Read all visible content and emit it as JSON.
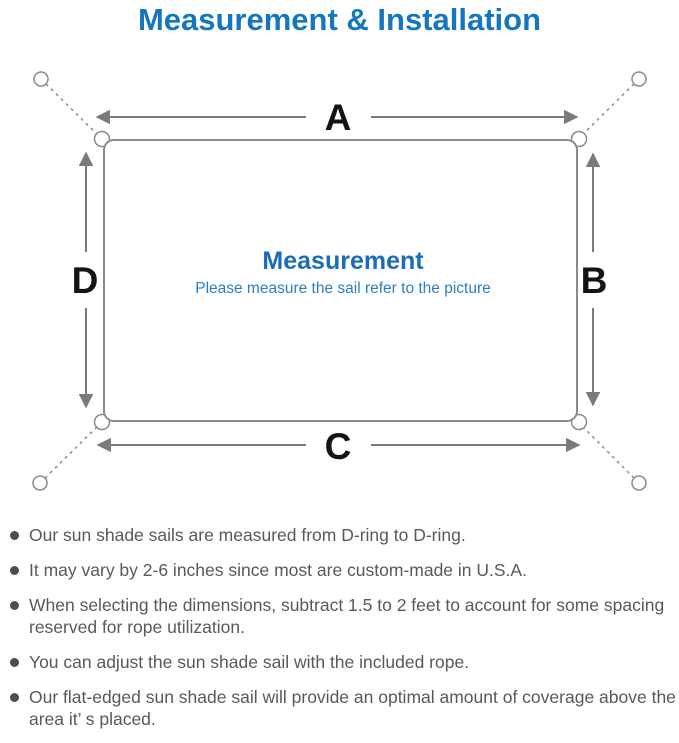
{
  "title": "Measurement & Installation",
  "colors": {
    "title_blue": "#1477be",
    "center_heading_blue": "#1a6db6",
    "center_subtitle_blue": "#2d7fc1",
    "line_gray": "#8a8a8a",
    "arrow_gray": "#7a7a7a",
    "dim_label_black": "#141414",
    "note_text_gray": "#595959"
  },
  "diagram": {
    "dimension_labels": {
      "top": "A",
      "right": "B",
      "bottom": "C",
      "left": "D"
    },
    "center_heading": "Measurement",
    "center_subtitle": "Please measure the sail refer to the picture"
  },
  "notes": {
    "items": [
      {
        "text": "Our sun shade sails are measured from D-ring to D-ring."
      },
      {
        "text": "It may vary by 2-6 inches since most are custom-made in U.S.A."
      },
      {
        "text": "When selecting the dimensions, subtract 1.5 to 2 feet to account for some spacing reserved for rope utilization."
      },
      {
        "text": "You can adjust the sun shade sail with the included rope."
      },
      {
        "text": "Our flat-edged sun shade sail will provide an optimal amount of coverage above the area it’ s placed."
      }
    ]
  }
}
